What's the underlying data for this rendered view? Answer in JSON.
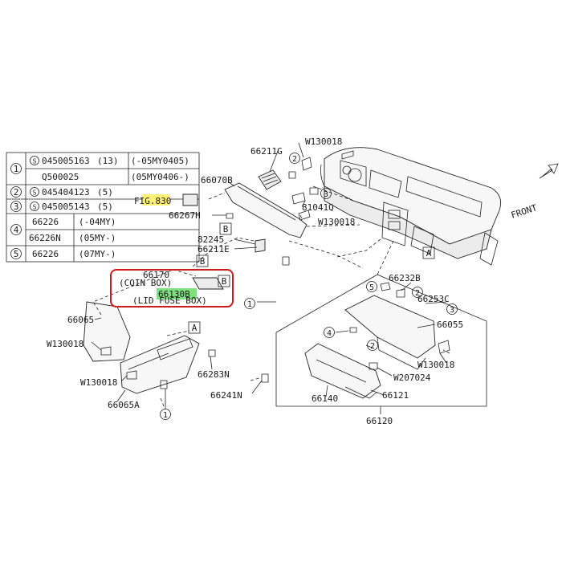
{
  "table": {
    "rows": [
      {
        "ref": "1",
        "lines": [
          {
            "s": "S",
            "pn": "045005163",
            "qty": "(13)",
            "note": "(-05MY0405)"
          },
          {
            "s": "",
            "pn": "Q500025",
            "qty": "",
            "note": "(05MY0406-)"
          }
        ]
      },
      {
        "ref": "2",
        "lines": [
          {
            "s": "S",
            "pn": "045404123",
            "qty": "(5)",
            "note": ""
          }
        ]
      },
      {
        "ref": "3",
        "lines": [
          {
            "s": "S",
            "pn": "045005143",
            "qty": "(5)",
            "note": ""
          }
        ]
      },
      {
        "ref": "4",
        "lines": [
          {
            "s": "",
            "pn": "66226",
            "qty": "",
            "note": "(-04MY)"
          },
          {
            "s": "",
            "pn": "66226N",
            "qty": "",
            "note": "(05MY-)"
          }
        ]
      },
      {
        "ref": "5",
        "lines": [
          {
            "s": "",
            "pn": "66226",
            "qty": "",
            "note": "(07MY-)"
          }
        ]
      }
    ]
  },
  "fig_ref": {
    "prefix": "F",
    "highlight": "IG.83",
    "suffix": "0"
  },
  "front_label": "FRONT",
  "labels": {
    "p66211G": "66211G",
    "pW130018_top": "W130018",
    "p66070B": "66070B",
    "p66267H": "66267H",
    "p81041Q": "81041Q",
    "pW130018_mid": "W130018",
    "p82245": "82245",
    "p66211E": "66211E",
    "p66170": "66170",
    "coin_box": "(COIN BOX)",
    "p66130B": "66130B",
    "lid_fuse_box": "(LID FUSE BOX)",
    "p66065": "66065",
    "pW130018_left1": "W130018",
    "pW130018_left2": "W130018",
    "p66065A": "66065A",
    "p66283N": "66283N",
    "p66241N": "66241N",
    "p66232B": "66232B",
    "p66253C": "66253C",
    "p66055": "66055",
    "pW130018_right": "W130018",
    "pW207024": "W207024",
    "p66140": "66140",
    "p66121": "66121",
    "p66120": "66120"
  },
  "box_letters": {
    "A": "A",
    "B": "B"
  },
  "callouts": {
    "c1": "1",
    "c2": "2",
    "c3": "3",
    "c4": "4",
    "c5": "5"
  },
  "colors": {
    "highlight_yellow": "#fff176",
    "highlight_green": "#7ee07e",
    "annotation_red": "#d11a1a"
  }
}
